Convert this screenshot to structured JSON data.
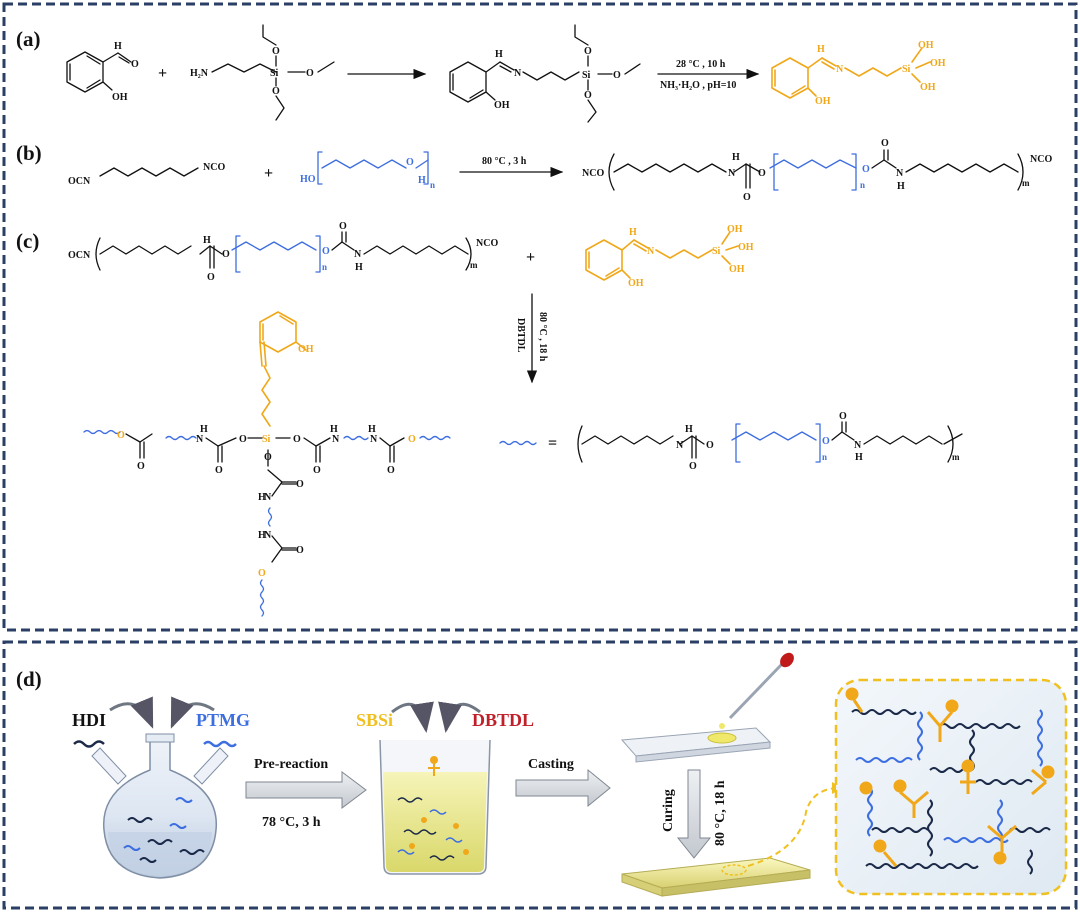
{
  "panels": {
    "a": "(a)",
    "b": "(b)",
    "c": "(c)",
    "d": "(d)"
  },
  "atoms": {
    "H": "H",
    "O": "O",
    "OH": "OH",
    "N": "N",
    "Si": "Si",
    "H2N": "H₂N",
    "HO": "HO",
    "NCO": "NCO",
    "OCN": "OCN",
    "n": "n",
    "m": "m",
    "plus": "+",
    "equals": "="
  },
  "conditions": {
    "a_top": "28 °C , 10 h",
    "a_bottom": "NH₃·H₂O , pH=10",
    "b_top": "80 °C , 3 h",
    "c_catalyst": "DBTDL",
    "c_temp": "80 °C , 18 h"
  },
  "panel_d": {
    "hdi": "HDI",
    "ptmg": "PTMG",
    "sbsi": "SBSi",
    "dbtdl": "DBTDL",
    "pre_reaction": "Pre-reaction",
    "pre_conditions": "78 °C, 3 h",
    "casting": "Casting",
    "curing": "Curing",
    "curing_conditions": "80 °C, 18 h"
  },
  "colors": {
    "border": "#2b3f66",
    "polyol": "#3d6ee0",
    "sbsi": "#f0a81a",
    "catalyst": "#c0202a"
  }
}
